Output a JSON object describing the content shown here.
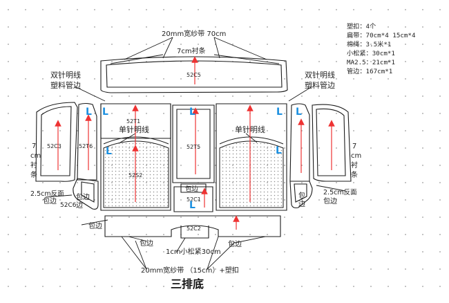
{
  "colors": {
    "outline": "#1a1a1a",
    "arrow": "#ee3333",
    "marker_l": "#1a8fe0",
    "text": "#222222",
    "dot": "#9a9a9a",
    "dotted_fill": "#cfcfcf"
  },
  "spec": [
    "塑扣：4个",
    "扁带：70cm*4  15cm*4",
    "棉绳：3.5米*1",
    "小松紧：30cm*1",
    "MA2.5：21cm*1",
    "管边：167cm*1"
  ],
  "labels": {
    "top_band": "20mm宽纱带 70cm",
    "liner_7cm": "7cm衬条",
    "double_left_1": "双针明线",
    "double_left_2": "塑料管边",
    "double_right_1": "双针明线",
    "double_right_2": "塑料管边",
    "single_left": "单针明线",
    "single_right": "单针明线",
    "side_left_v": [
      "7",
      "cm",
      "衬",
      "条"
    ],
    "side_right_v": [
      "7",
      "cm",
      "衬",
      "条"
    ],
    "left_25": "2.5cm反面",
    "left_binding": "包边",
    "left_c6": "52C6",
    "left_c6_binding": "包边",
    "right_25": "2.5cm反面",
    "right_binding": "包边",
    "binding_52c1": "包边",
    "binding_bottom_left": "包边",
    "binding_bottom_center": "包边",
    "binding_bottom_right": "包边",
    "elastic": "1cm小松紧30cm",
    "bottom_band": "20mm宽纱带 （15cm）+塑扣",
    "title": "三排底"
  },
  "parts": {
    "c5": "52C5",
    "t1": "52T1",
    "c3": "52C3",
    "t6": "52T6",
    "s2": "52S2",
    "t5": "52T5",
    "c1": "52C1",
    "c2": "52C2"
  },
  "markers": {
    "l": "L"
  }
}
